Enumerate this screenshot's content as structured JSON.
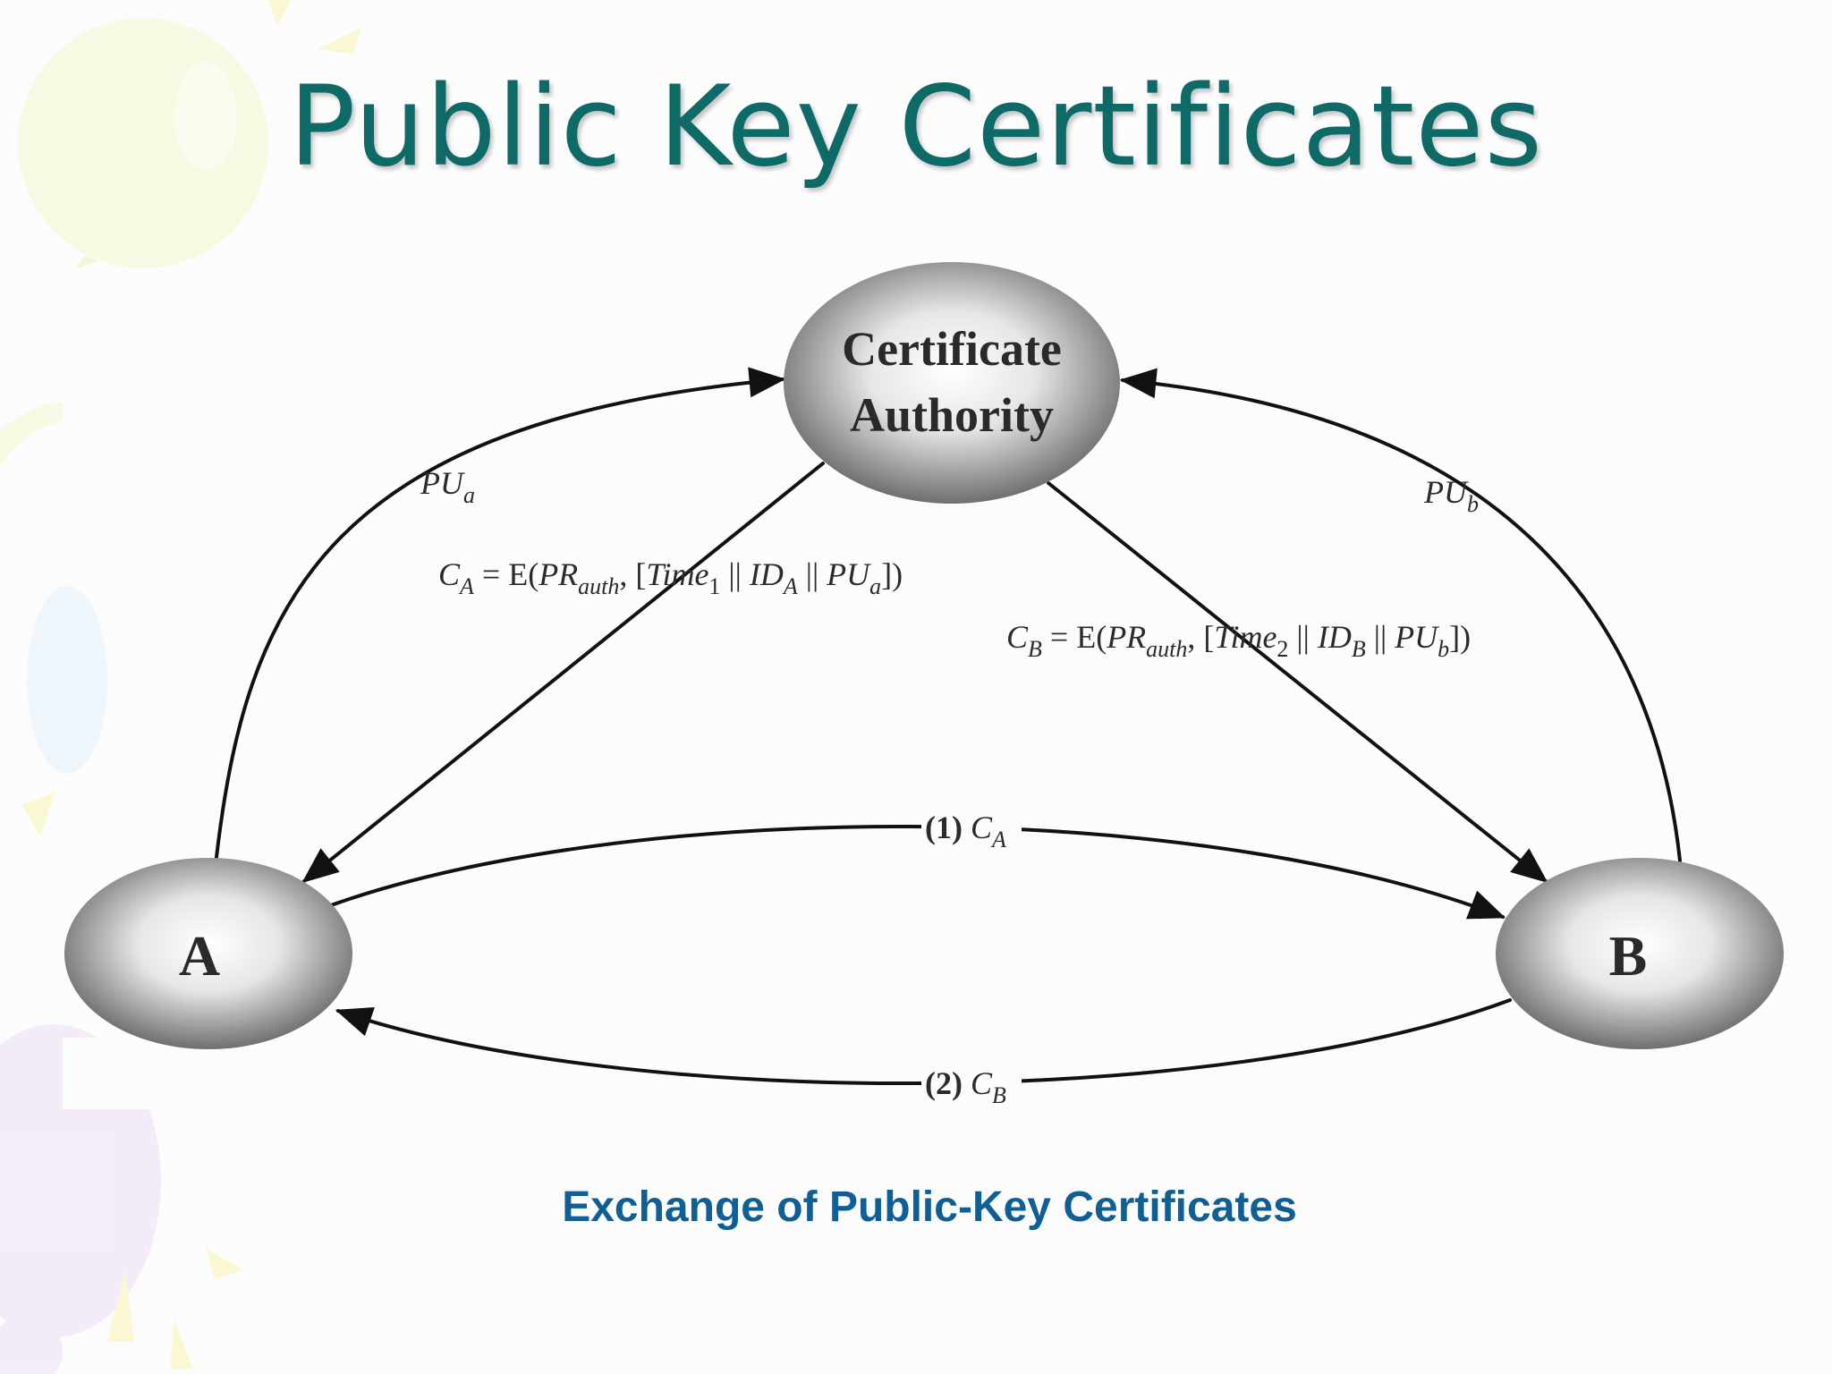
{
  "slide": {
    "title": "Public Key Certificates",
    "caption": "Exchange of Public-Key Certificates"
  },
  "diagram": {
    "nodes": {
      "ca_line1": "Certificate",
      "ca_line2": "Authority",
      "a": "A",
      "b": "B"
    },
    "edges": {
      "pua": {
        "main": "PU",
        "sub": "a"
      },
      "pub": {
        "main": "PU",
        "sub": "b"
      },
      "ca_cert": {
        "c": "C",
        "c_sub": "A",
        "eq": " = E(",
        "pr": "PR",
        "pr_sub": "auth",
        "open": ", [",
        "time": "Time",
        "time_sub": "1",
        "sep1": " || ",
        "id": "ID",
        "id_sub": "A",
        "sep2": " || ",
        "pu": "PU",
        "pu_sub": "a",
        "close": "])"
      },
      "cb_cert": {
        "c": "C",
        "c_sub": "B",
        "eq": " = E(",
        "pr": "PR",
        "pr_sub": "auth",
        "open": ", [",
        "time": "Time",
        "time_sub": "2",
        "sep1": " || ",
        "id": "ID",
        "id_sub": "B",
        "sep2": " || ",
        "pu": "PU",
        "pu_sub": "b",
        "close": "])"
      },
      "step1": {
        "num": "(1)",
        "c": "C",
        "sub": "A"
      },
      "step2": {
        "num": "(2)",
        "c": "C",
        "sub": "B"
      }
    }
  },
  "colors": {
    "title": "#0e6a66",
    "caption": "#0f5f96",
    "node_center": "#ffffff",
    "node_edge": "#6f6f6f",
    "stroke": "#111111"
  }
}
